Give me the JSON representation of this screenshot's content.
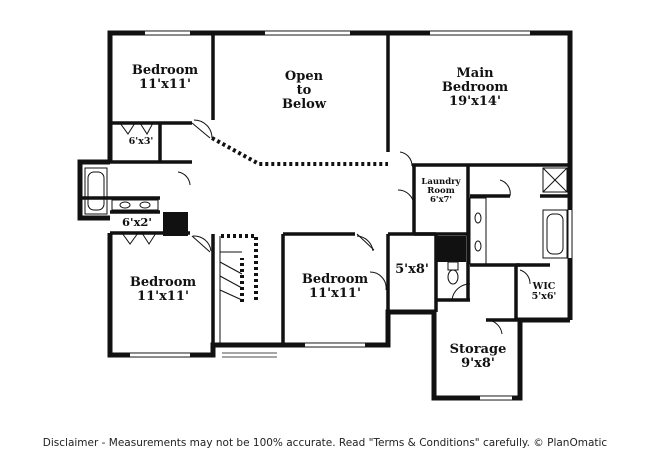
{
  "rooms": {
    "bedroom_nw": {
      "name": "Bedroom",
      "size": "11'x11'"
    },
    "open_below": {
      "line1": "Open",
      "line2": "to",
      "line3": "Below"
    },
    "main_bedroom": {
      "line1": "Main",
      "line2": "Bedroom",
      "size": "19'x14'"
    },
    "closet_nw": {
      "size": "6'x3'"
    },
    "laundry": {
      "line1": "Laundry",
      "line2": "Room",
      "size": "6'x7'"
    },
    "closet_w": {
      "size": "6'x2'"
    },
    "bedroom_sw": {
      "name": "Bedroom",
      "size": "11'x11'"
    },
    "bedroom_center": {
      "name": "Bedroom",
      "size": "11'x11'"
    },
    "closet_center": {
      "size": "5'x8'"
    },
    "wic": {
      "name": "WIC",
      "size": "5'x6'"
    },
    "storage": {
      "name": "Storage",
      "size": "9'x8'"
    }
  },
  "disclaimer": "Disclaimer - Measurements may not be 100% accurate. Read \"Terms & Conditions\" carefully. © PlanOmatic"
}
